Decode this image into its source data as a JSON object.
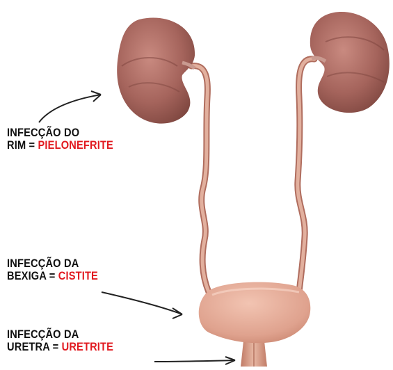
{
  "labels": {
    "kidney": {
      "line1": "INFECÇÃO DO",
      "line2_prefix": "RIM = ",
      "line2_term": "PIELONEFRITE"
    },
    "bladder": {
      "line1": "INFECÇÃO DA",
      "line2_prefix": "BEXIGA = ",
      "line2_term": "CISTITE"
    },
    "urethra": {
      "line1": "INFECÇÃO DA",
      "line2_prefix": "URETRA = ",
      "line2_term": "URETRITE"
    }
  },
  "colors": {
    "term_red": "#e1191f",
    "label_text": "#111111",
    "organ_tissue": "#c9897a"
  }
}
